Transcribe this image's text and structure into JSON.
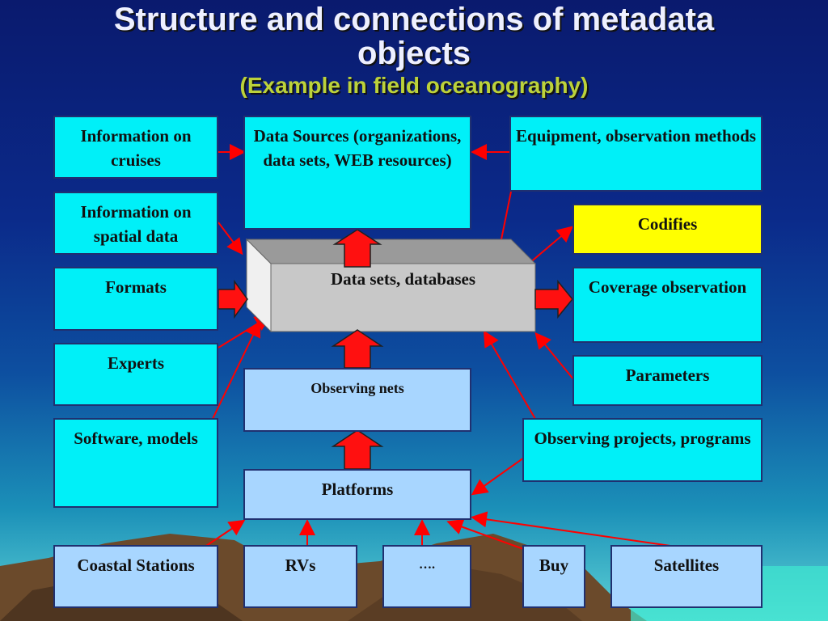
{
  "title": {
    "line1": "Structure and connections of metadata",
    "line2": "objects",
    "subtitle": "(Example in field oceanography)"
  },
  "boxes": {
    "cruises": "Information on cruises",
    "spatial": "Information on spatial data",
    "formats": "Formats",
    "experts": "Experts",
    "software": "Software, models",
    "data_sources": "Data Sources (organizations, data sets, WEB resources)",
    "equipment": "Equipment, observation methods",
    "codifies": "Codifies",
    "coverage": "Coverage observation",
    "parameters": "Parameters",
    "projects": "Observing projects, programs",
    "databases": "Data sets, databases",
    "observing_nets": "Observing nets",
    "platforms": "Platforms",
    "coastal": "Coastal Stations",
    "rvs": "RVs",
    "dots": "….",
    "buy": "Buy",
    "satellites": "Satellites"
  },
  "colors": {
    "cyan_box": "#00f0f8",
    "light_box": "#a8d6ff",
    "highlight_box": "#ffff00",
    "arrow": "#ff0000",
    "title": "#eef0ff",
    "subtitle": "#bcd23a"
  }
}
